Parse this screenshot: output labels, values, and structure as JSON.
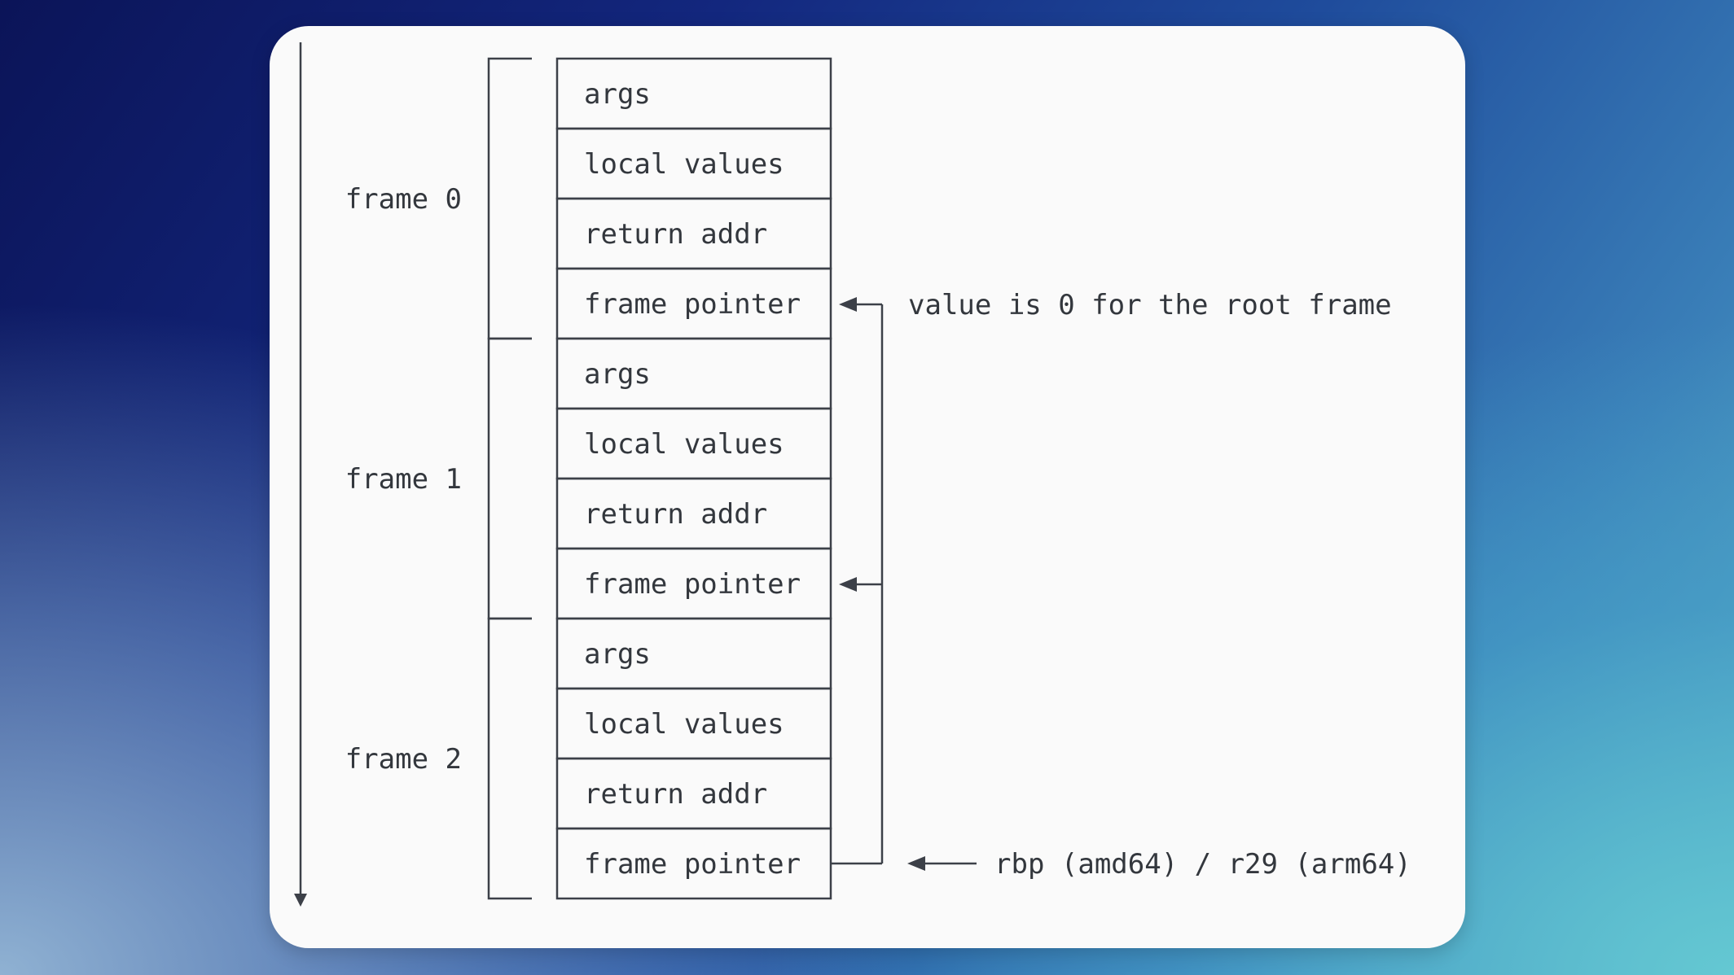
{
  "frames": [
    {
      "label": "frame 0",
      "cells": [
        "args",
        "local values",
        "return addr",
        "frame pointer"
      ]
    },
    {
      "label": "frame 1",
      "cells": [
        "args",
        "local values",
        "return addr",
        "frame pointer"
      ]
    },
    {
      "label": "frame 2",
      "cells": [
        "args",
        "local values",
        "return addr",
        "frame pointer"
      ]
    }
  ],
  "annotations": {
    "root_frame_note": "value is 0 for the root frame",
    "register_note": "rbp (amd64) / r29 (arm64)"
  },
  "colors": {
    "line": "#3c4048",
    "text": "#33373d",
    "card": "#fafafa"
  }
}
